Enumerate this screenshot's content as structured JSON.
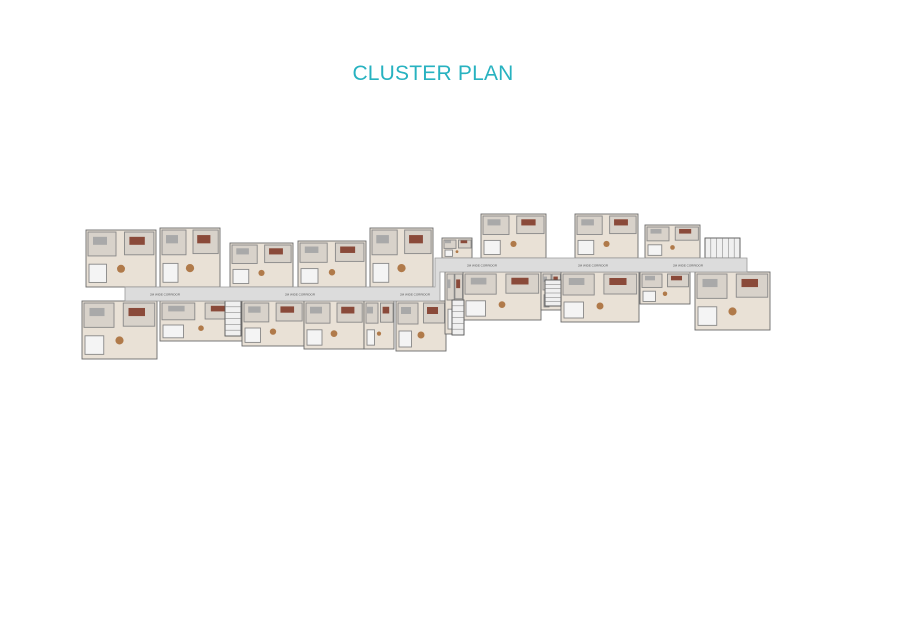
{
  "title": "CLUSTER PLAN",
  "corridors": [
    {
      "label": "2M WIDE CORRIDOR"
    },
    {
      "label": "2M WIDE CORRIDOR"
    },
    {
      "label": "2M WIDE CORRIDOR"
    },
    {
      "label": "2M WIDE CORRIDOR"
    },
    {
      "label": "2M WIDE CORRIDOR"
    },
    {
      "label": "2M WIDE CORRIDOR"
    }
  ],
  "colors": {
    "title": "#27b2c0",
    "corridor": "#dcdcdc",
    "unit_floor": "#e9e1d6",
    "wall": "#6b6b6b",
    "bed": "#8a4a3a"
  }
}
